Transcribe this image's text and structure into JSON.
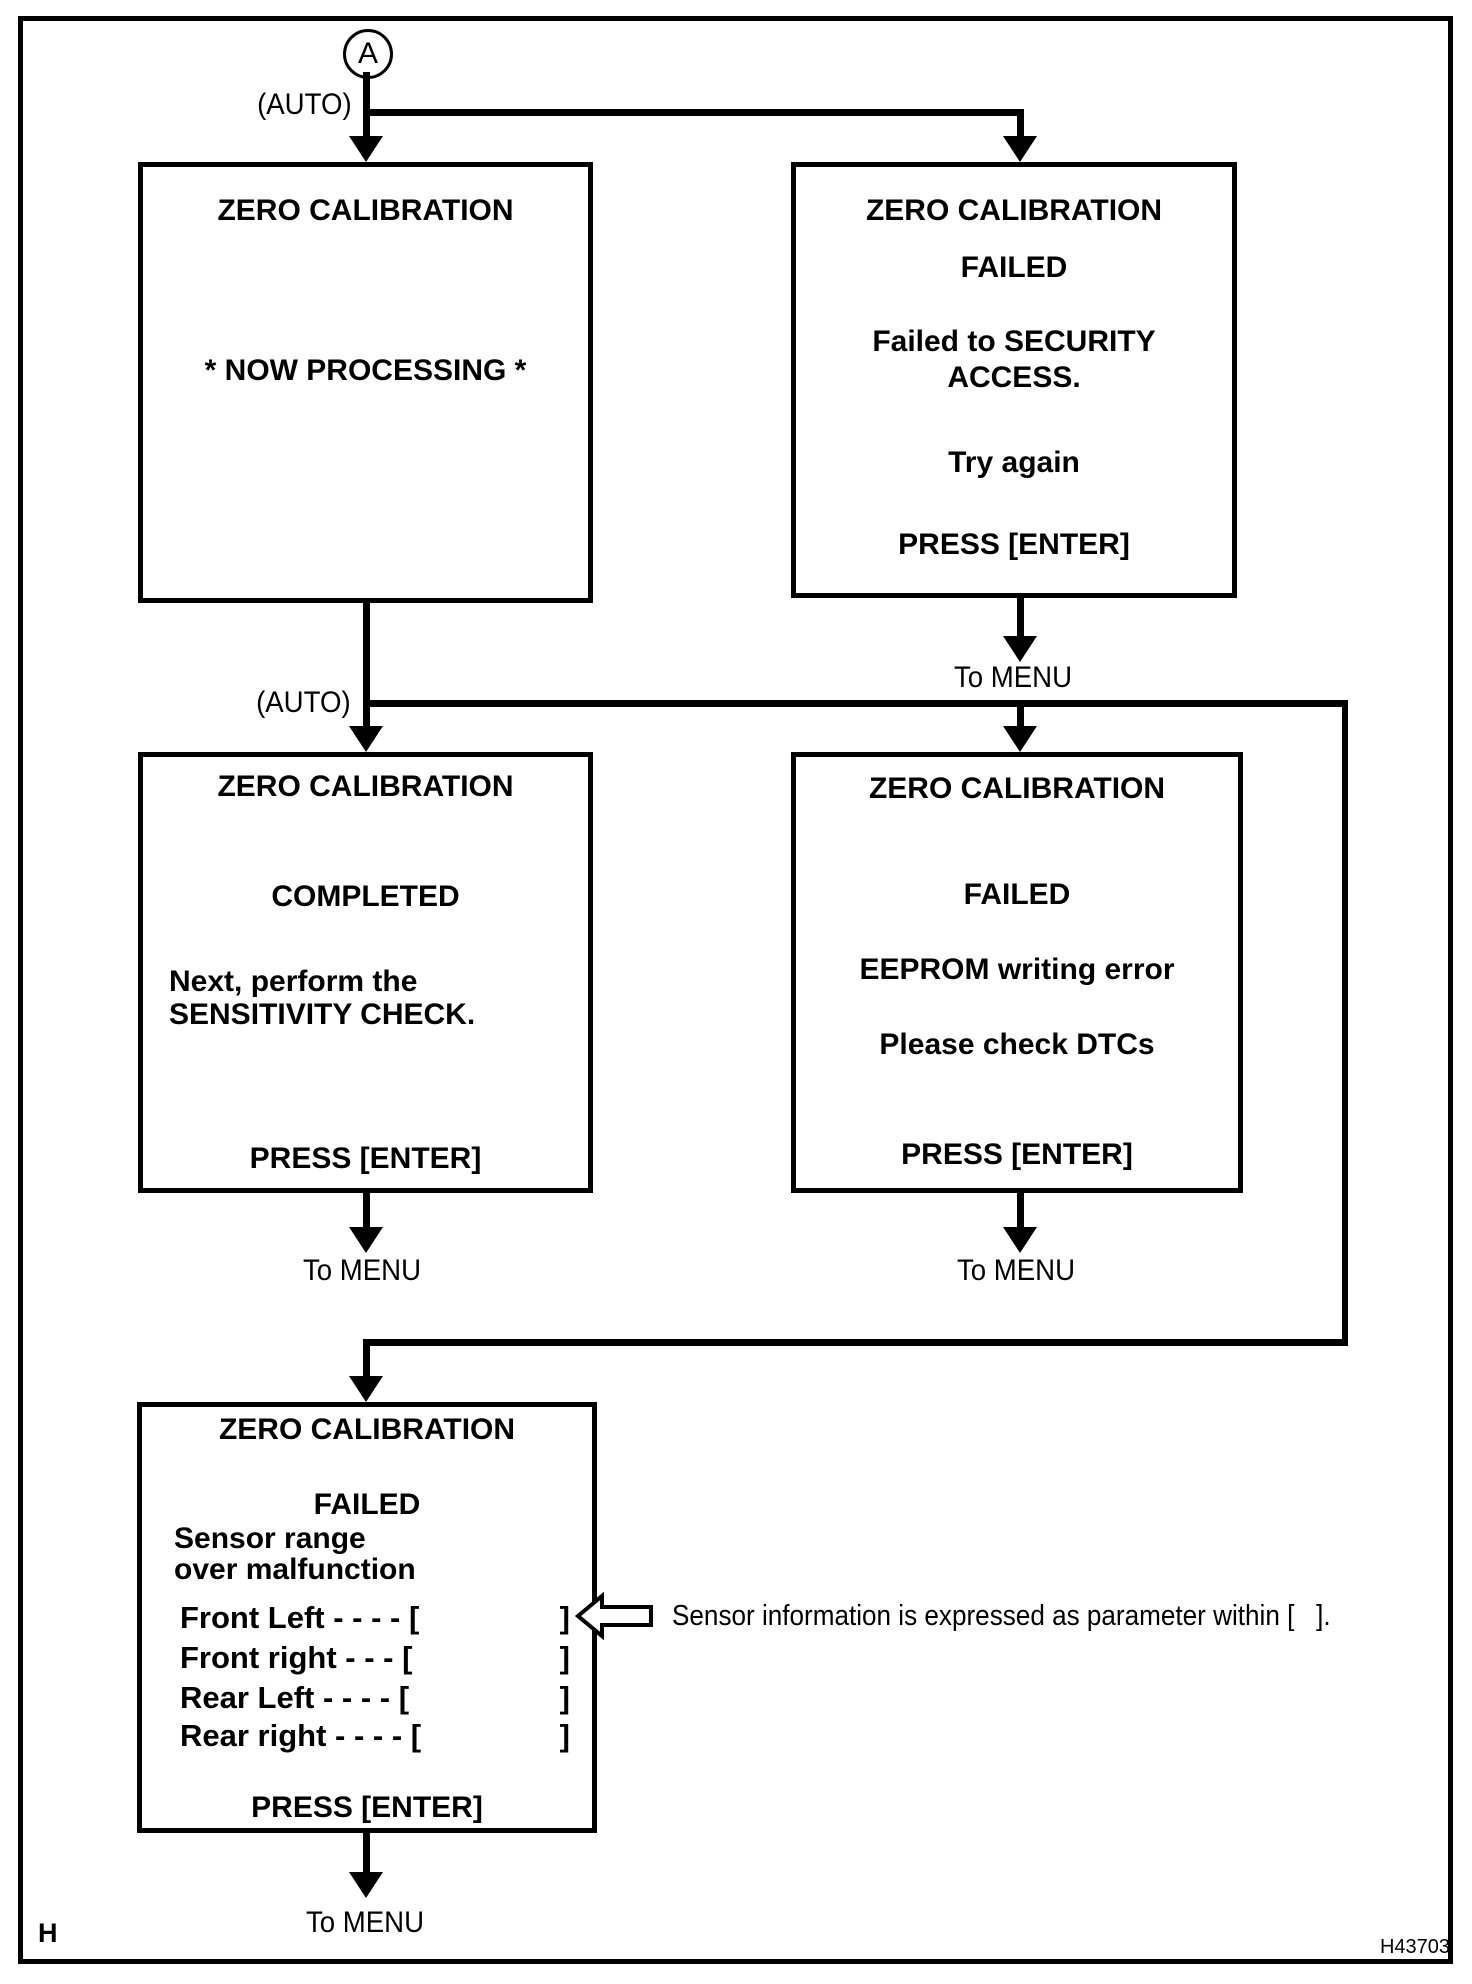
{
  "labels": {
    "connector_a": "A",
    "auto_top": "(AUTO)",
    "auto_mid": "(AUTO)",
    "to_menu_1": "To MENU",
    "to_menu_2": "To MENU",
    "to_menu_3": "To MENU",
    "to_menu_4": "To MENU",
    "footer_letter": "H",
    "figure_code": "H43703"
  },
  "annotation": "Sensor information is expressed as parameter within [   ].",
  "boxes": {
    "now_processing": {
      "title": "ZERO CALIBRATION",
      "body": "* NOW PROCESSING *"
    },
    "failed_security": {
      "title": "ZERO CALIBRATION",
      "status": "FAILED",
      "line1": "Failed to SECURITY",
      "line2": "ACCESS.",
      "line3": "Try again",
      "action": "PRESS [ENTER]"
    },
    "completed": {
      "title": "ZERO CALIBRATION",
      "status": "COMPLETED",
      "line1": "Next, perform the",
      "line2": "SENSITIVITY CHECK.",
      "action": "PRESS [ENTER]"
    },
    "failed_eeprom": {
      "title": "ZERO CALIBRATION",
      "status": "FAILED",
      "line1": "EEPROM writing error",
      "line2": "Please check DTCs",
      "action": "PRESS [ENTER]"
    },
    "failed_sensor_range": {
      "title": "ZERO CALIBRATION",
      "status": "FAILED",
      "line1": "Sensor range",
      "line2": "over malfunction",
      "rows": [
        {
          "left": "Front Left - - - - [",
          "right": "]"
        },
        {
          "left": "Front right - - - [",
          "right": "]"
        },
        {
          "left": "Rear Left - - - - [",
          "right": "]"
        },
        {
          "left": "Rear right - - - - [",
          "right": "]"
        }
      ],
      "action": "PRESS [ENTER]"
    }
  }
}
